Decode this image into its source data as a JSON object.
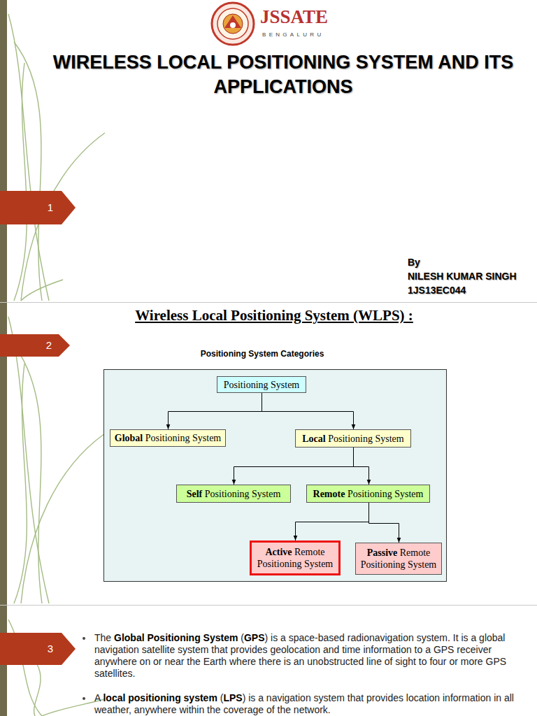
{
  "diagram": {
    "title": "WIRELESS LOCAL POSITIONING SYSTEM AND ITS APPLICATIONS",
    "nodes": [
      {
        "text": [
          "Positioning System"
        ]
      },
      {
        "text": [
          "Global Positioning System"
        ]
      },
      {
        "text": [
          "Local Positioning System"
        ]
      },
      {
        "text": [
          "Self Positioning System"
        ]
      },
      {
        "text": [
          "Remote Positioning System"
        ]
      },
      {
        "text": [
          "Active Remote Positioning System"
        ]
      },
      {
        "text": [
          "Passive Remote Positioning System"
        ]
      }
    ],
    "edges": [
      {
        "from": 0,
        "to": 1,
        "arrow": "to"
      },
      {
        "from": 0,
        "to": 2,
        "arrow": "to"
      },
      {
        "from": 2,
        "to": 3,
        "arrow": "to"
      },
      {
        "from": 2,
        "to": 4,
        "arrow": "to"
      },
      {
        "from": 4,
        "to": 5,
        "arrow": "to"
      },
      {
        "from": 4,
        "to": 6,
        "arrow": "to"
      }
    ],
    "labels": [
      "JSSATE",
      "BENGALURU",
      "1",
      "By",
      "NILESH KUMAR SINGH",
      "1JS13EC044",
      "Wireless Local Positioning System (WLPS) :",
      "2",
      "Positioning System Categories",
      "3",
      "The",
      "Global Positioning System",
      "(",
      "GPS",
      ") is a space-based radionavigation system. It is a",
      "global navigation satellite system",
      "that provides",
      "geolocation",
      "and time information to a",
      "GPS receiver",
      "anywhere on or near the Earth where there is an unobstructed line of sight to four or more GPS satellites.",
      "A",
      "local positioning system",
      "(",
      "LPS",
      ") is a navigation system that provides location information in all weather, anywhere within the coverage of the network."
    ]
  }
}
